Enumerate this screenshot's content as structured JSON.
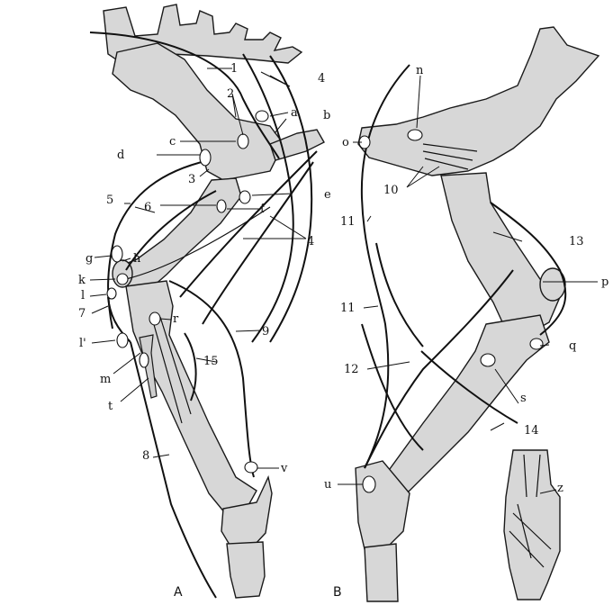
{
  "figure": {
    "panel_labels": {
      "a": "A",
      "b": "B"
    },
    "labels_a": {
      "l1": "1",
      "l2": "2",
      "l3": "3",
      "l4_top": "4",
      "l4_mid": "4",
      "l5": "5",
      "l6": "6",
      "l7": "7",
      "l8": "8",
      "l9": "9",
      "l15": "15",
      "a": "a",
      "b": "b",
      "c": "c",
      "d": "d",
      "e": "e",
      "f": "f",
      "g": "g",
      "h": "h",
      "k": "k",
      "l": "l",
      "lp": "l'",
      "m": "m",
      "r": "r",
      "t": "t",
      "v": "v"
    },
    "labels_b": {
      "n": "n",
      "o": "o",
      "l10": "10",
      "l11a": "11",
      "l11b": "11",
      "l12": "12",
      "l13": "13",
      "l14": "14",
      "p": "p",
      "q": "q",
      "s": "s",
      "u": "u",
      "z": "z"
    }
  }
}
